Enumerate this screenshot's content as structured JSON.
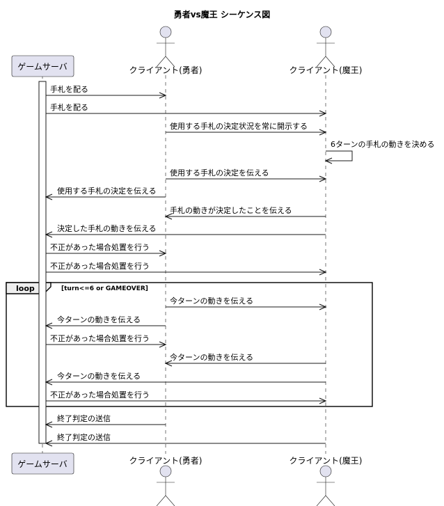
{
  "title": "勇者vs魔王 シーケンス図",
  "colors": {
    "participant_fill": "#E2E2F0",
    "participant_stroke": "#181818",
    "line": "#181818",
    "activation_fill": "#ffffff"
  },
  "participants": [
    {
      "id": "server",
      "label": "ゲームサーバ",
      "kind": "box"
    },
    {
      "id": "hero",
      "label": "クライアント(勇者)",
      "kind": "actor"
    },
    {
      "id": "maou",
      "label": "クライアント(魔王)",
      "kind": "actor"
    }
  ],
  "messages": [
    {
      "from": "server",
      "to": "hero",
      "text": "手札を配る"
    },
    {
      "from": "server",
      "to": "maou",
      "text": "手札を配る"
    },
    {
      "from": "hero",
      "to": "maou",
      "text": "使用する手札の決定状況を常に開示する"
    },
    {
      "from": "maou",
      "to": "maou",
      "text": "6ターンの手札の動きを決める"
    },
    {
      "from": "hero",
      "to": "maou",
      "text": "使用する手札の決定を伝える"
    },
    {
      "from": "hero",
      "to": "server",
      "text": "使用する手札の決定を伝える"
    },
    {
      "from": "maou",
      "to": "hero",
      "text": "手札の動きが決定したことを伝える"
    },
    {
      "from": "maou",
      "to": "server",
      "text": "決定した手札の動きを伝える"
    },
    {
      "from": "server",
      "to": "hero",
      "text": "不正があった場合処置を行う"
    },
    {
      "from": "server",
      "to": "maou",
      "text": "不正があった場合処置を行う"
    },
    {
      "from": "hero",
      "to": "maou",
      "text": "今ターンの動きを伝える"
    },
    {
      "from": "hero",
      "to": "server",
      "text": "今ターンの動きを伝える"
    },
    {
      "from": "server",
      "to": "hero",
      "text": "不正があった場合処置を行う"
    },
    {
      "from": "maou",
      "to": "hero",
      "text": "今ターンの動きを伝える"
    },
    {
      "from": "maou",
      "to": "server",
      "text": "今ターンの動きを伝える"
    },
    {
      "from": "server",
      "to": "maou",
      "text": "不正があった場合処置を行う"
    },
    {
      "from": "hero",
      "to": "server",
      "text": "終了判定の送信"
    },
    {
      "from": "maou",
      "to": "server",
      "text": "終了判定の送信"
    }
  ],
  "loop": {
    "label": "loop",
    "condition": "[turn<=6 or GAMEOVER]",
    "first_message": 10,
    "last_message": 15
  }
}
